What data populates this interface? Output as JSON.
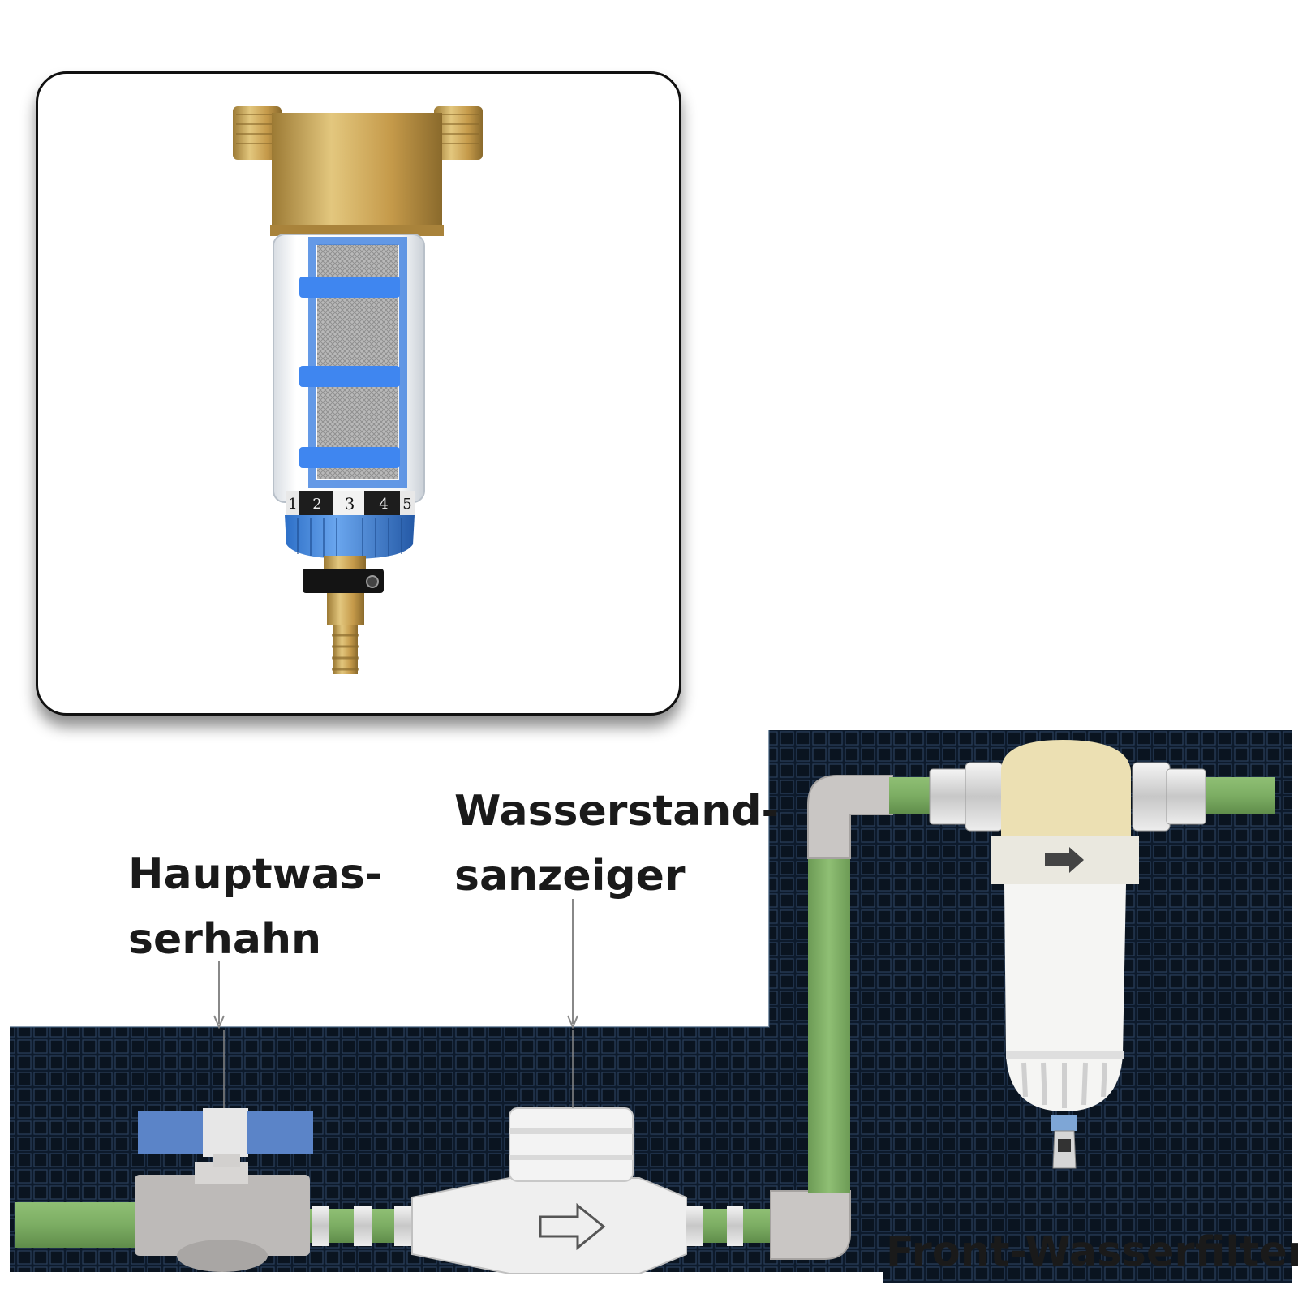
{
  "product_photo": {
    "scale_numbers": [
      "1",
      "2",
      "3",
      "4",
      "5"
    ]
  },
  "installation_diagram": {
    "labels": {
      "main_valve": [
        "Hauptwas-",
        "serhahn"
      ],
      "water_meter": [
        "Wasserstand-",
        "sanzeiger"
      ],
      "front_filter": "Front-Wasserfilter"
    },
    "colors": {
      "background": "#0d1a2b",
      "grid": "#2a3f5a",
      "pipe": "#7cad63",
      "valve_handle": "#5b84c8",
      "fitting": "#c9c6c4",
      "filter_cap": "#ece0b3"
    }
  }
}
